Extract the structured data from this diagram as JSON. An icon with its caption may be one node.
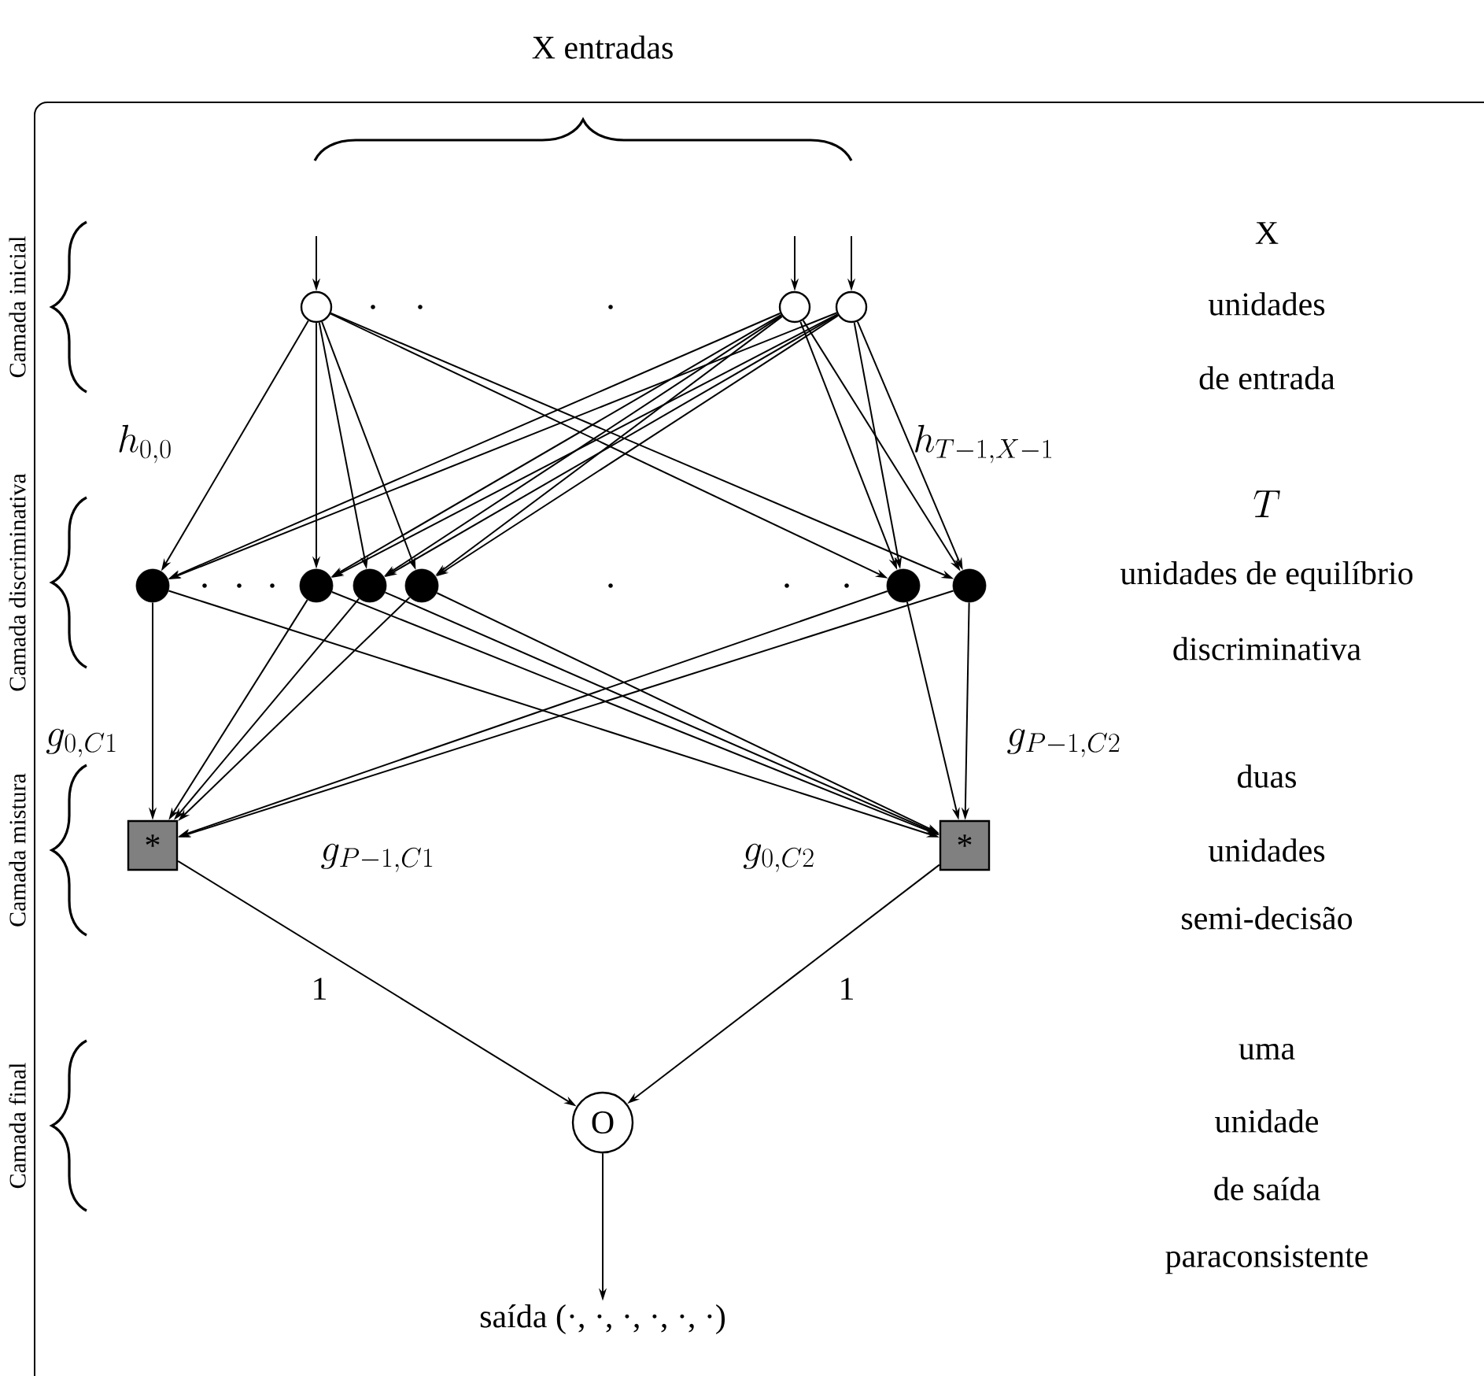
{
  "diagram": {
    "nodes": [
      {
        "text": [],
        "shape": "circle"
      },
      {
        "text": [],
        "shape": "circle"
      },
      {
        "text": [],
        "shape": "circle"
      },
      {
        "text": [],
        "shape": "circle"
      },
      {
        "text": [],
        "shape": "circle"
      },
      {
        "text": [],
        "shape": "circle"
      },
      {
        "text": [],
        "shape": "circle"
      },
      {
        "text": [],
        "shape": "circle"
      },
      {
        "text": [],
        "shape": "circle"
      },
      {
        "text": [
          "*"
        ]
      },
      {
        "text": [
          "*"
        ]
      },
      {
        "text": [
          "O"
        ]
      },
      {
        "text": [
          "saída (·, ·, ·, ·, ·, ·)"
        ]
      }
    ],
    "edges": [
      {
        "from": null,
        "to": 0,
        "arrow": "to"
      },
      {
        "from": null,
        "to": 1,
        "arrow": "to"
      },
      {
        "from": null,
        "to": 2,
        "arrow": "to"
      },
      {
        "from": 0,
        "to": 3,
        "arrow": "to"
      },
      {
        "from": 0,
        "to": 4,
        "arrow": "to"
      },
      {
        "from": 0,
        "to": 5,
        "arrow": "to"
      },
      {
        "from": 0,
        "to": 6,
        "arrow": "to"
      },
      {
        "from": 0,
        "to": 7,
        "arrow": "to"
      },
      {
        "from": 0,
        "to": 8,
        "arrow": "to"
      },
      {
        "from": 1,
        "to": 3,
        "arrow": "to"
      },
      {
        "from": 1,
        "to": 4,
        "arrow": "to"
      },
      {
        "from": 1,
        "to": 5,
        "arrow": "to"
      },
      {
        "from": 1,
        "to": 6,
        "arrow": "to"
      },
      {
        "from": 1,
        "to": 7,
        "arrow": "to"
      },
      {
        "from": 1,
        "to": 8,
        "arrow": "to"
      },
      {
        "from": 2,
        "to": 3,
        "arrow": "to"
      },
      {
        "from": 2,
        "to": 4,
        "arrow": "to"
      },
      {
        "from": 2,
        "to": 5,
        "arrow": "to"
      },
      {
        "from": 2,
        "to": 6,
        "arrow": "to"
      },
      {
        "from": 2,
        "to": 7,
        "arrow": "to"
      },
      {
        "from": 2,
        "to": 8,
        "arrow": "to"
      },
      {
        "from": 3,
        "to": 9,
        "arrow": "to"
      },
      {
        "from": 3,
        "to": 10,
        "arrow": "to"
      },
      {
        "from": 4,
        "to": 9,
        "arrow": "to"
      },
      {
        "from": 4,
        "to": 10,
        "arrow": "to"
      },
      {
        "from": 5,
        "to": 9,
        "arrow": "to"
      },
      {
        "from": 5,
        "to": 10,
        "arrow": "to"
      },
      {
        "from": 6,
        "to": 9,
        "arrow": "to"
      },
      {
        "from": 6,
        "to": 10,
        "arrow": "to"
      },
      {
        "from": 7,
        "to": 9,
        "arrow": "to"
      },
      {
        "from": 7,
        "to": 10,
        "arrow": "to"
      },
      {
        "from": 8,
        "to": 9,
        "arrow": "to"
      },
      {
        "from": 8,
        "to": 10,
        "arrow": "to"
      },
      {
        "from": 9,
        "to": 11,
        "arrow": "to",
        "label": "1"
      },
      {
        "from": 10,
        "to": 11,
        "arrow": "to",
        "label": "1"
      },
      {
        "from": 11,
        "to": 12,
        "arrow": "to"
      }
    ],
    "labels": [
      "X entradas",
      "Camada inicial",
      "X",
      "unidades",
      "de entrada",
      "h_{0,0}",
      "h_{T-1,X-1}",
      "Camada discriminativa",
      "T",
      "unidades de equilíbrio",
      "discriminativa",
      "g_{0,C1}",
      "g_{P-1,C2}",
      "Camada mistura",
      "g_{P-1,C1}",
      "g_{0,C2}",
      "duas",
      "unidades",
      "semi-decisão",
      "Camada final",
      "uma",
      "unidade",
      "de saída",
      "paraconsistente"
    ]
  }
}
